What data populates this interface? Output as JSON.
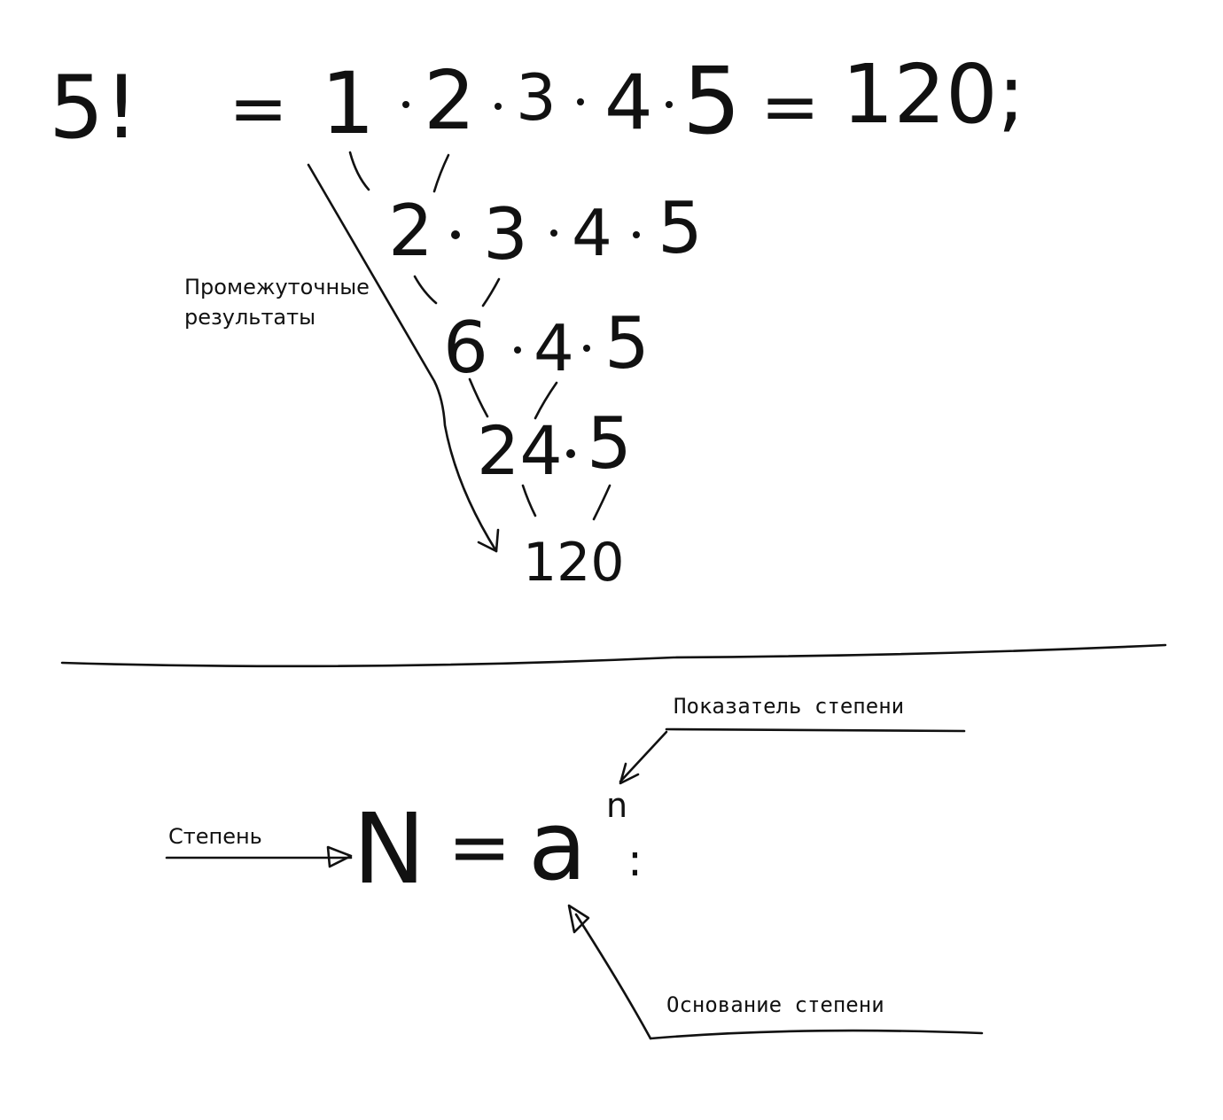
{
  "factorial": {
    "top_line": [
      "5!",
      "=",
      "1",
      "2",
      "3",
      "4",
      "5",
      "=",
      "120;"
    ],
    "rows": [
      [
        "2",
        "3",
        "4",
        "5"
      ],
      [
        "6",
        "4",
        "5"
      ],
      [
        "24",
        "5"
      ],
      [
        "120"
      ]
    ],
    "label": [
      "Промежуточные",
      "результаты"
    ]
  },
  "power": {
    "formula": {
      "N": "N",
      "equals": "=",
      "base": "a",
      "exponent": "n",
      "colon": ":"
    },
    "labels": {
      "power": "Степень",
      "exponent": "Показатель степени",
      "base": "Основание степени"
    }
  },
  "colors": {
    "ink": "#111111",
    "background": "#ffffff"
  }
}
